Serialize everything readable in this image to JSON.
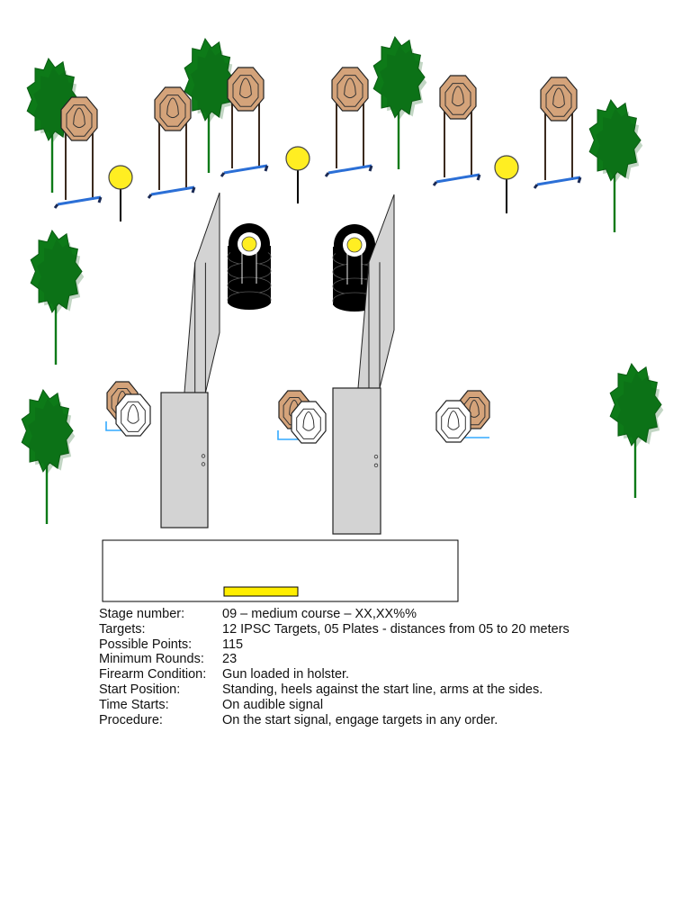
{
  "colors": {
    "tree": "#0d7a18",
    "tree_dark": "#0a5c12",
    "ipsc_target": "#d4a37a",
    "no_shoot": "#ffffff",
    "plate": "#ffee22",
    "stand_base": "#2b6fd6",
    "wall": "#d3d3d3",
    "tire": "#000000",
    "start_box": "#ffffff",
    "start_marker": "#ffee00"
  },
  "stage_info": [
    {
      "label": "Stage number:",
      "value": "09 – medium course – XX,XX%%"
    },
    {
      "label": "Targets:",
      "value": "12 IPSC Targets, 05 Plates - distances from 05 to 20 meters"
    },
    {
      "label": "Possible Points:",
      "value": "115"
    },
    {
      "label": "Minimum Rounds:",
      "value": "23"
    },
    {
      "label": "Firearm Condition:",
      "value": "Gun loaded in holster."
    },
    {
      "label": "Start Position:",
      "value": "Standing, heels against the start line, arms at the sides."
    },
    {
      "label": "Time Starts:",
      "value": "On audible signal"
    },
    {
      "label": "Procedure:",
      "value": "On the start signal, engage targets in any order."
    }
  ]
}
